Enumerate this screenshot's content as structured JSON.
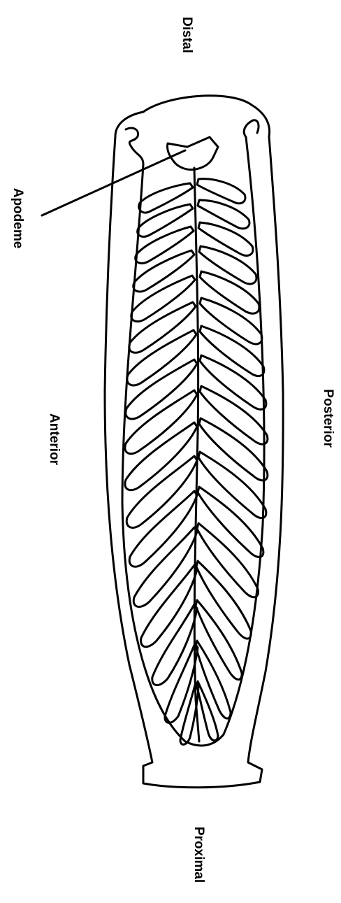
{
  "labels": {
    "distal": "Distal",
    "apodeme": "Apodeme",
    "posterior": "Posterior",
    "anterior": "Anterior",
    "proximal": "Proximal"
  },
  "colors": {
    "stroke": "#000000",
    "background": "#ffffff"
  }
}
